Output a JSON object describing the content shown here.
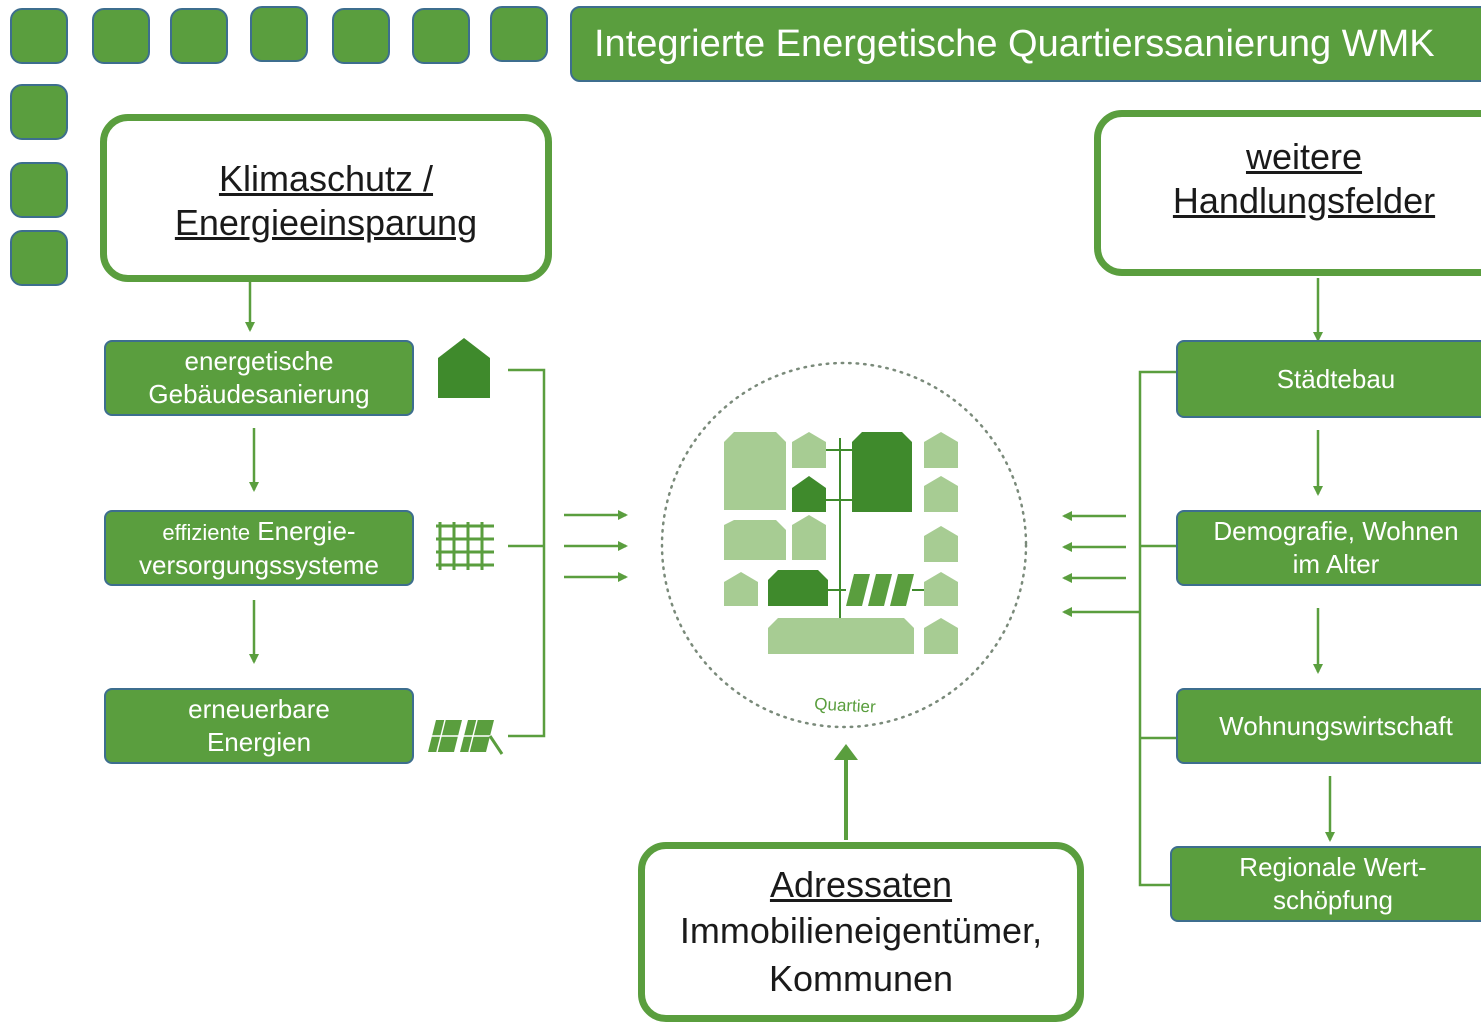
{
  "title": "Integrierte Energetische Quartierssanierung WMK",
  "left": {
    "header": [
      "Klimaschutz /",
      "Energieeinsparung"
    ],
    "items": [
      {
        "line1": "energetische",
        "line2": "Gebäudesanierung",
        "icon": "house-icon"
      },
      {
        "prefix": "effiziente",
        "line1": "Energie-",
        "line2": "versorgungssysteme",
        "icon": "grid-icon"
      },
      {
        "line1": "erneuerbare",
        "line2": "Energien",
        "icon": "solar-panel-icon"
      }
    ]
  },
  "right": {
    "header": [
      "weitere",
      "Handlungsfelder"
    ],
    "items": [
      {
        "line1": "Städtebau"
      },
      {
        "line1": "Demografie, Wohnen",
        "line2": "im Alter"
      },
      {
        "line1": "Wohnungswirtschaft"
      },
      {
        "line1": "Regionale Wert-",
        "line2": "schöpfung"
      }
    ]
  },
  "center": {
    "label": "Quartier"
  },
  "bottom": {
    "header": "Adressaten",
    "line1": "Immobilieneigentümer,",
    "line2": "Kommunen"
  },
  "colors": {
    "green": "#5a9e3e",
    "dark_green": "#3f8a2c",
    "light_green": "#a7cc93",
    "border": "#3d6e8e"
  }
}
